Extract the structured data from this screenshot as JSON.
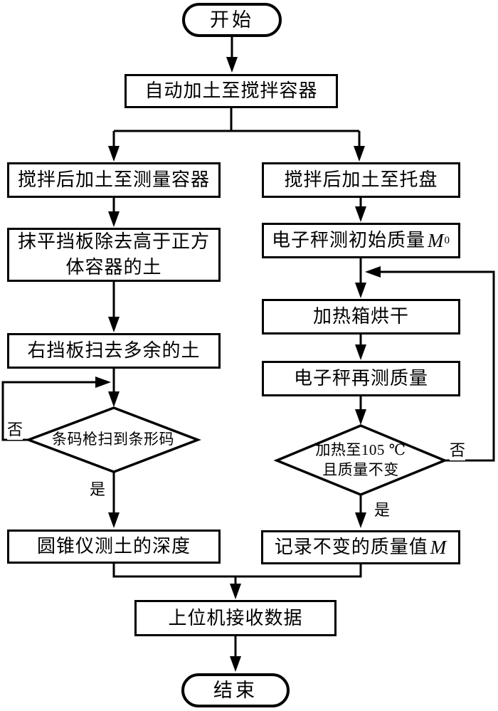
{
  "flow": {
    "start": "开始",
    "end": "结束",
    "auto_add": "自动加土至搅拌容器",
    "host": "上位机接收数据",
    "left": {
      "to_measure": "搅拌后加土至测量容器",
      "scrape_line1": "抹平挡板除去高于正方",
      "scrape_line2": "体容器的土",
      "sweep": "右挡板扫去多余的土",
      "decision": "条码枪扫到条形码",
      "cone": "圆锥仪测土的深度",
      "no": "否",
      "yes": "是"
    },
    "right": {
      "to_tray": "搅拌后加土至托盘",
      "init_mass": "电子秤测初始质量",
      "init_mass_var": "M",
      "init_mass_sub": "0",
      "dry": "加热箱烘干",
      "remeasure": "电子秤再测质量",
      "decision_line1": "加热至105 ℃",
      "decision_line2": "且质量不变",
      "record": "记录不变的质量值",
      "record_var": "M",
      "no": "否",
      "yes": "是"
    },
    "colors": {
      "line": "#000000",
      "background": "#ffffff"
    }
  }
}
